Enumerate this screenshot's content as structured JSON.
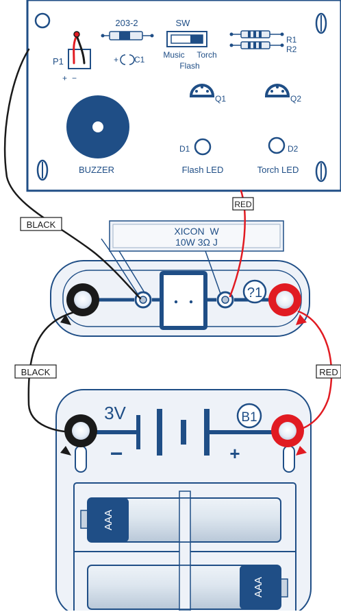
{
  "pcb": {
    "p1": "P1",
    "p1_plus": "+",
    "p1_minus": "−",
    "resistor_value": "203-2",
    "cap_label": "C1",
    "cap_plus": "+",
    "switch_label": "SW",
    "switch_left": "Music",
    "switch_right": "Torch",
    "switch_bottom": "Flash",
    "r1": "R1",
    "r2": "R2",
    "q1": "Q1",
    "q2": "Q2",
    "d1": "D1",
    "d2": "D2",
    "buzzer": "BUZZER",
    "flash_led": "Flash LED",
    "torch_led": "Torch LED"
  },
  "wires": {
    "black_top": "BLACK",
    "red_top": "RED",
    "black_mid": "BLACK",
    "red_mid": "RED"
  },
  "speaker": {
    "line1": "XICON  W",
    "line2": "10W 3Ω J",
    "id": "?1"
  },
  "battery": {
    "voltage": "3V",
    "id": "B1",
    "plus": "+",
    "minus": "−",
    "cell1": "AAA",
    "cell2": "AAA"
  },
  "colors": {
    "blue": "#1f4e86",
    "red": "#e11b22",
    "black": "#1a1a1a",
    "panel": "#e6ecf4"
  }
}
